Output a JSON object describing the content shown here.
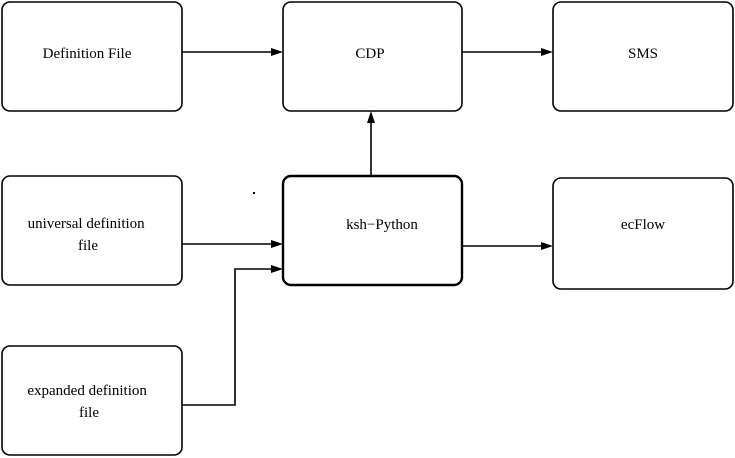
{
  "diagram": {
    "nodes": {
      "definition_file": {
        "lines": [
          "Definition File"
        ]
      },
      "cdp": {
        "lines": [
          "CDP"
        ]
      },
      "sms": {
        "lines": [
          "SMS"
        ]
      },
      "universal_definition_file": {
        "lines": [
          "universal definition",
          "file"
        ]
      },
      "ksh_python": {
        "lines": [
          "ksh−Python"
        ]
      },
      "ecflow": {
        "lines": [
          "ecFlow"
        ]
      },
      "expanded_definition_file": {
        "lines": [
          "expanded definition",
          "file"
        ]
      }
    },
    "edges": [
      {
        "from": "definition_file",
        "to": "cdp"
      },
      {
        "from": "cdp",
        "to": "sms"
      },
      {
        "from": "ksh_python",
        "to": "cdp"
      },
      {
        "from": "universal_definition_file",
        "to": "ksh_python"
      },
      {
        "from": "expanded_definition_file",
        "to": "ksh_python"
      },
      {
        "from": "ksh_python",
        "to": "ecflow"
      }
    ]
  }
}
